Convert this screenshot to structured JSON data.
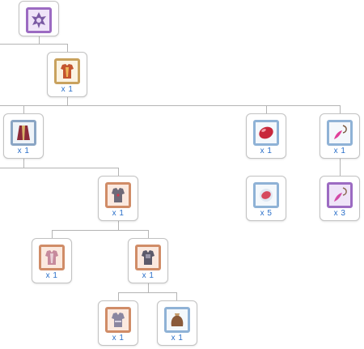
{
  "tree": {
    "root": {
      "item": "crafted-gear-icon"
    },
    "level1": {
      "item": "chest-armor-icon",
      "qty": "x 1"
    },
    "level2": [
      {
        "item": "red-robe-icon",
        "qty": "x 1"
      },
      {
        "item": "red-orb-icon",
        "qty": "x 1"
      },
      {
        "item": "pink-feather-necklace-icon",
        "qty": "x 1"
      }
    ],
    "level2_sub": [
      {
        "item": "red-orb-fragment-icon",
        "qty": "x 5"
      },
      {
        "item": "feather-fragment-icon",
        "qty": "x 3"
      }
    ],
    "level3": {
      "item": "grey-vest-icon",
      "qty": "x 1"
    },
    "level4": [
      {
        "item": "pink-vest-icon",
        "qty": "x 1"
      },
      {
        "item": "dark-vest-icon",
        "qty": "x 1"
      }
    ],
    "level5": [
      {
        "item": "light-vest-icon",
        "qty": "x 1"
      },
      {
        "item": "brown-sack-icon",
        "qty": "x 1"
      }
    ]
  },
  "colors": {
    "quantity_text": "#2a6fc9",
    "connector": "#b4b4b4",
    "rare_frame": "#9c6bc2",
    "common_frame": "#8fb2d6"
  }
}
